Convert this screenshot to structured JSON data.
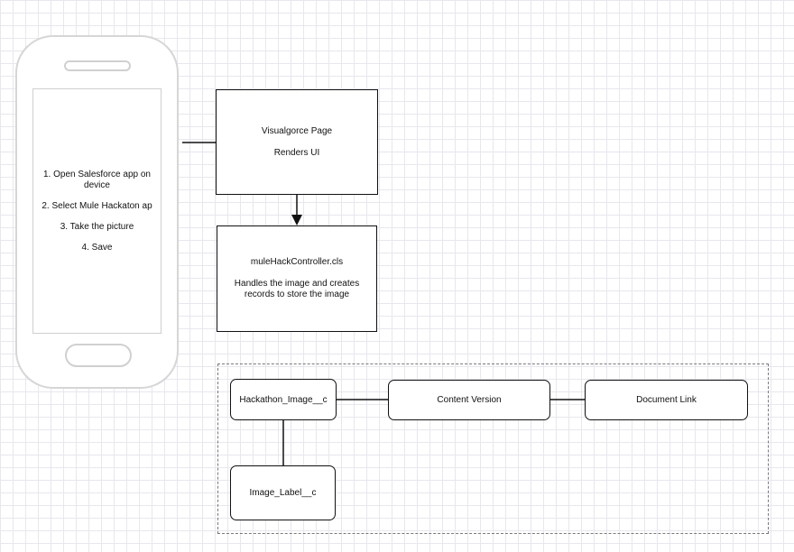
{
  "phone": {
    "steps": [
      "1. Open Salesforce app on device",
      "2. Select Mule Hackaton ap",
      "3. Take the picture",
      "4. Save"
    ]
  },
  "visualforce_box": {
    "title": "Visualgorce Page",
    "subtitle": "Renders UI"
  },
  "controller_box": {
    "title": "muleHackController.cls",
    "description": "Handles the image and creates records to store the image"
  },
  "data_model": {
    "hackathon_image": "Hackathon_Image__c",
    "content_version": "Content Version",
    "document_link": "Document Link",
    "image_label": "Image_Label__c"
  }
}
